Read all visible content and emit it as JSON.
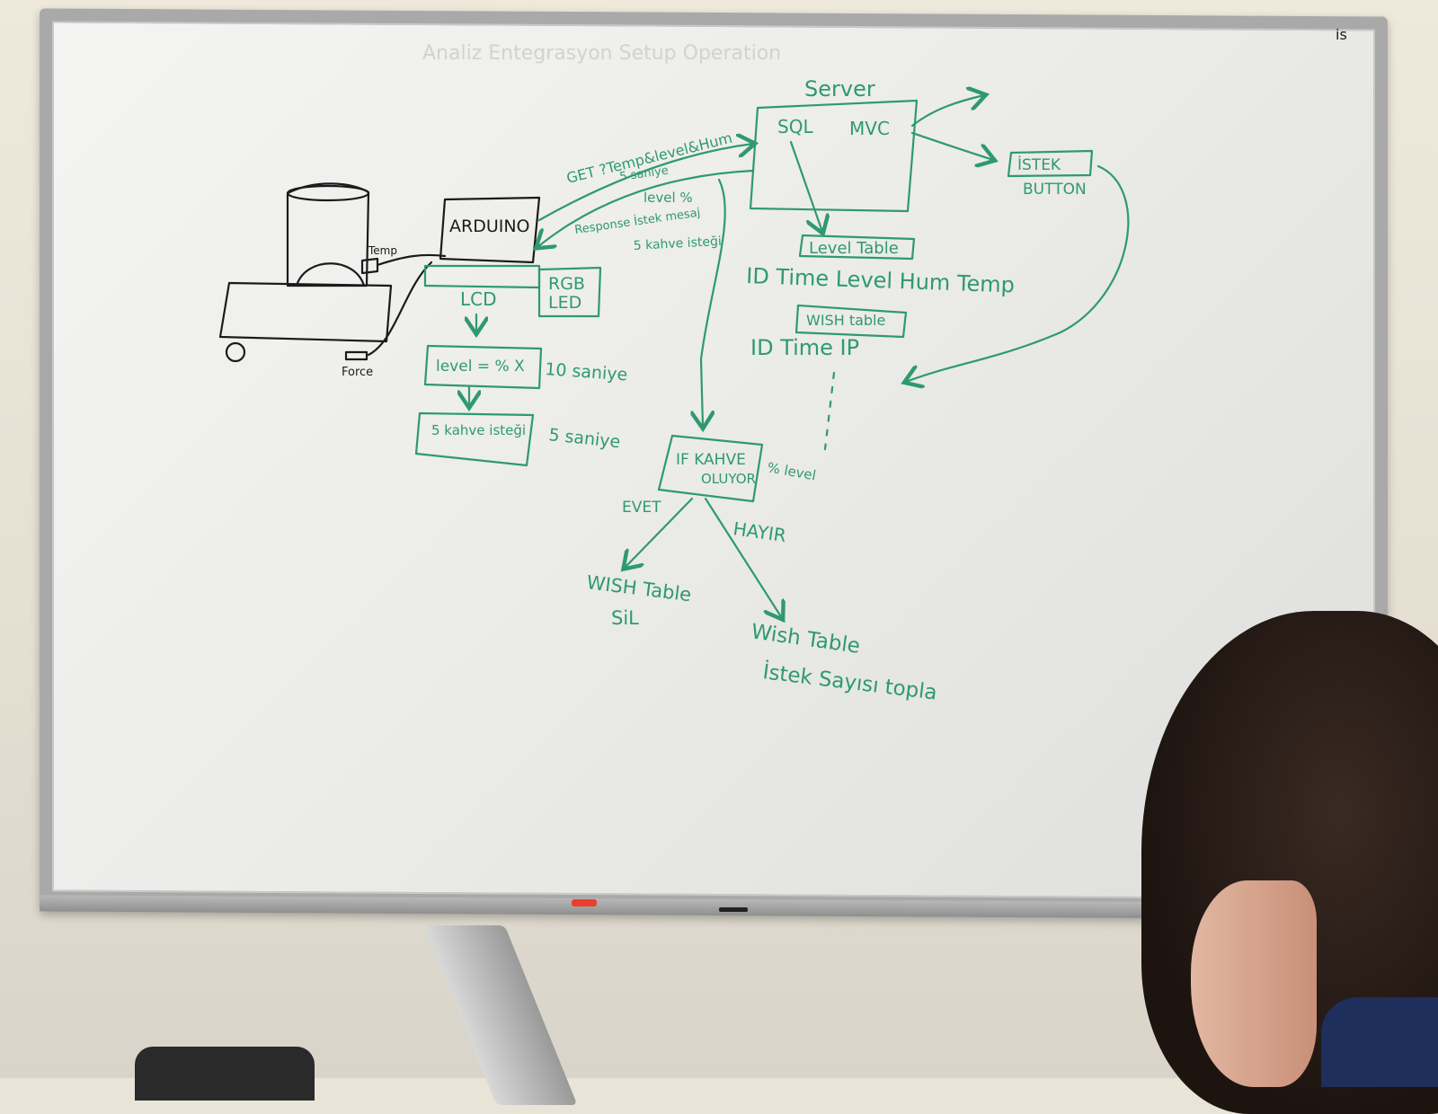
{
  "board": {
    "faint_heading": "Analiz Entegrasyon Setup Operation",
    "corner_mark": "is"
  },
  "server": {
    "title": "Server",
    "sql": "SQL",
    "mvc": "MVC"
  },
  "istek_button": {
    "line1": "İSTEK",
    "line2": "BUTTON"
  },
  "arduino": {
    "label": "ARDUINO"
  },
  "sensors": {
    "temp": "Temp",
    "force": "Force"
  },
  "rgb_led": {
    "line1": "RGB",
    "line2": "LED"
  },
  "lcd": {
    "label": "LCD"
  },
  "level_box": {
    "label": "level = % X",
    "note": "10 saniye"
  },
  "kahve_istegi": {
    "label": "5 kahve isteği",
    "note": "5 saniye"
  },
  "request_labels": {
    "get_line1": "GET ?Temp&level&Hum",
    "get_line2": "5 saniye",
    "resp_line1": "level %",
    "resp_line2": "Response İstek mesaj",
    "resp_line3": "5 kahve isteği"
  },
  "level_table": {
    "title": "Level Table",
    "columns": "ID  Time  Level  Hum  Temp"
  },
  "wish_table": {
    "title": "WISH table",
    "columns": "ID  Time  IP"
  },
  "if_box": {
    "line1": "IF KAHVE",
    "line2": "OLUYOR",
    "side_note": "% level"
  },
  "branches": {
    "evet": "EVET",
    "hayir": "HAYIR",
    "yes_line1": "WISH Table",
    "yes_line2": "SiL",
    "no_line1": "Wish Table",
    "no_line2": "İstek Sayısı topla"
  },
  "colors": {
    "marker_green": "#2e9a6e",
    "marker_black": "#1b1b1b",
    "board": "#ececea"
  }
}
